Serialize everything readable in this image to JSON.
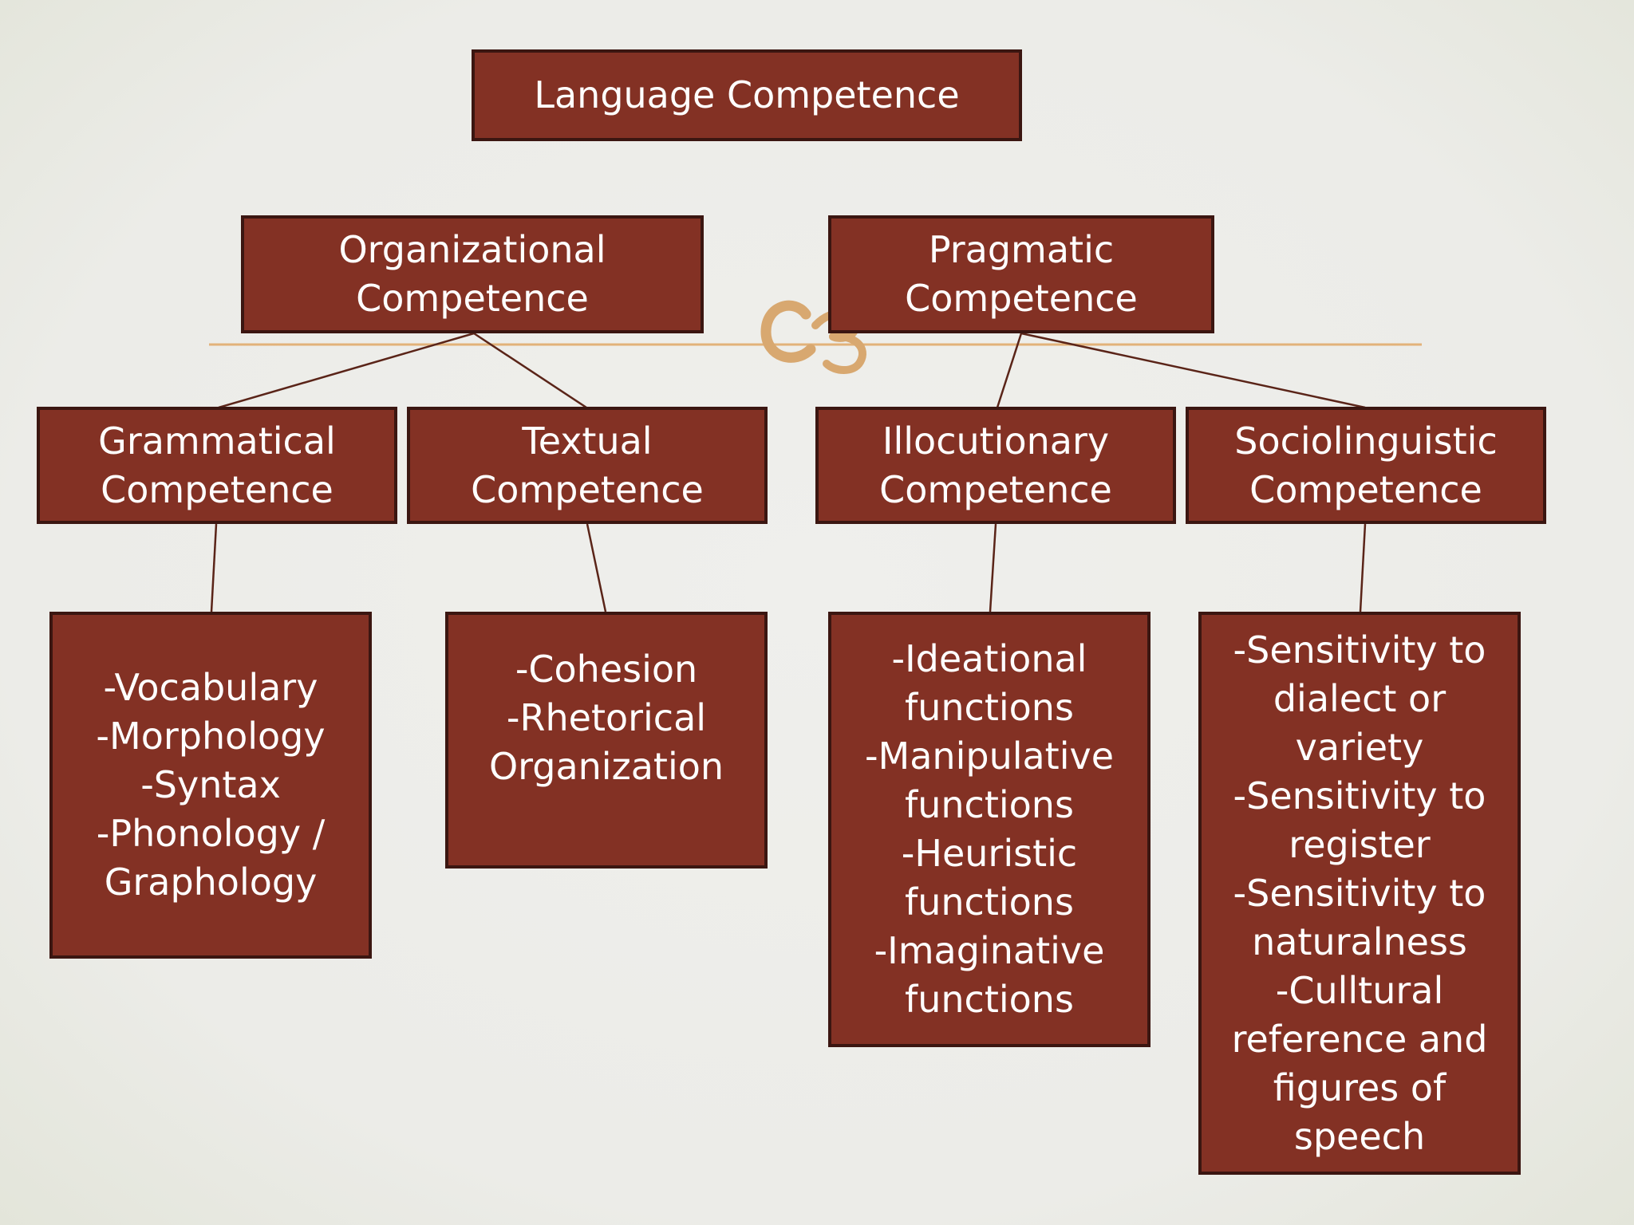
{
  "diagram": {
    "root": {
      "label": "Language Competence"
    },
    "organizational": {
      "label": "Organizational\nCompetence"
    },
    "pragmatic": {
      "label": "Pragmatic\nCompetence"
    },
    "grammatical": {
      "label": "Grammatical\nCompetence"
    },
    "textual": {
      "label": "Textual\nCompetence"
    },
    "illocutionary": {
      "label": "Illocutionary\nCompetence"
    },
    "sociolinguistic": {
      "label": "Sociolinguistic\nCompetence"
    },
    "grammatical_items": {
      "label": "-Vocabulary\n-Morphology\n-Syntax\n-Phonology /\nGraphology"
    },
    "textual_items": {
      "label": "-Cohesion\n-Rhetorical\nOrganization"
    },
    "illocutionary_items": {
      "label": "-Ideational\nfunctions\n-Manipulative\nfunctions\n-Heuristic\nfunctions\n-Imaginative\nfunctions"
    },
    "sociolinguistic_items": {
      "label": "-Sensitivity to\ndialect or variety\n-Sensitivity to\nregister\n-Sensitivity to\nnaturalness\n-Culltural\nreference and\nfigures of speech"
    }
  },
  "colors": {
    "box_fill": "#833124",
    "box_border": "#3b1611",
    "box_text": "#ffffff",
    "connector": "#5a2418",
    "accent_rule": "#e2b27a",
    "ornament": "#d8a870"
  },
  "icons": {
    "ornament": "curl-flourish-icon"
  }
}
